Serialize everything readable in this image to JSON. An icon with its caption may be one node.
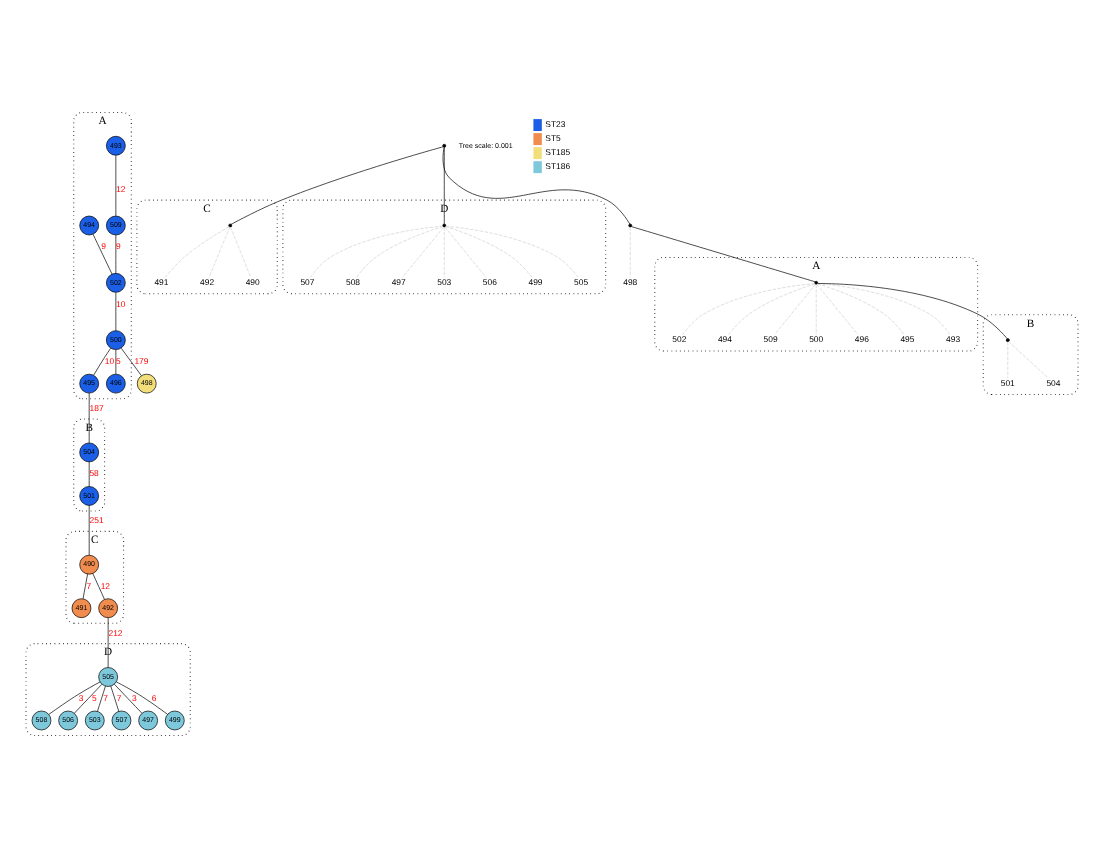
{
  "diagram": {
    "nodes": [
      {
        "text": [
          "A"
        ]
      },
      {
        "text": [
          "493"
        ],
        "in": 0
      },
      {
        "text": [
          "494"
        ],
        "in": 0
      },
      {
        "text": [
          "509"
        ],
        "in": 0
      },
      {
        "text": [
          "502"
        ],
        "in": 0
      },
      {
        "text": [
          "500"
        ],
        "in": 0
      },
      {
        "text": [
          "495"
        ],
        "in": 0
      },
      {
        "text": [
          "496"
        ],
        "in": 0
      },
      {
        "text": [
          "498"
        ]
      },
      {
        "text": [
          "B"
        ]
      },
      {
        "text": [
          "504"
        ],
        "in": 9
      },
      {
        "text": [
          "501"
        ],
        "in": 9
      },
      {
        "text": [
          "C"
        ]
      },
      {
        "text": [
          "491"
        ],
        "in": 12
      },
      {
        "text": [
          "490"
        ],
        "in": 12
      },
      {
        "text": [
          "492"
        ],
        "in": 12
      },
      {
        "text": [
          "D"
        ]
      },
      {
        "text": [
          "508"
        ],
        "in": 16
      },
      {
        "text": [
          "506"
        ],
        "in": 16
      },
      {
        "text": [
          "505"
        ],
        "in": 16
      },
      {
        "text": [
          "503"
        ],
        "in": 16
      },
      {
        "text": [
          "507"
        ],
        "in": 16
      },
      {
        "text": [
          "497"
        ],
        "in": 16
      },
      {
        "text": [
          "499"
        ],
        "in": 16
      },
      {
        "text": [
          "C"
        ]
      },
      {
        "text": [],
        "shape": "circle",
        "in": 24
      },
      {
        "text": [
          "491"
        ],
        "in": 24
      },
      {
        "text": [
          "492"
        ],
        "in": 24
      },
      {
        "text": [
          "490"
        ],
        "in": 24
      },
      {
        "text": [
          "D"
        ]
      },
      {
        "text": [],
        "shape": "circle",
        "in": 29
      },
      {
        "text": [
          "507"
        ],
        "in": 29
      },
      {
        "text": [
          "508"
        ],
        "in": 29
      },
      {
        "text": [
          "497"
        ],
        "in": 29
      },
      {
        "text": [
          "503"
        ],
        "in": 29
      },
      {
        "text": [
          "506"
        ],
        "in": 29
      },
      {
        "text": [
          "499"
        ],
        "in": 29
      },
      {
        "text": [
          "505"
        ],
        "in": 29
      },
      {
        "text": [],
        "shape": "circle"
      },
      {
        "text": [],
        "shape": "circle"
      },
      {
        "text": [
          "498"
        ]
      },
      {
        "text": [
          "A"
        ]
      },
      {
        "text": [],
        "shape": "circle",
        "in": 41
      },
      {
        "text": [
          "502"
        ],
        "in": 41
      },
      {
        "text": [
          "494"
        ],
        "in": 41
      },
      {
        "text": [
          "509"
        ],
        "in": 41
      },
      {
        "text": [
          "500"
        ],
        "in": 41
      },
      {
        "text": [
          "496"
        ],
        "in": 41
      },
      {
        "text": [
          "495"
        ],
        "in": 41
      },
      {
        "text": [
          "493"
        ],
        "in": 41
      },
      {
        "text": [
          "B"
        ]
      },
      {
        "text": [],
        "shape": "circle",
        "in": 50
      },
      {
        "text": [
          "501"
        ],
        "in": 50
      },
      {
        "text": [
          "504"
        ],
        "in": 50
      }
    ],
    "edges": [
      {
        "from": 1,
        "to": 3,
        "arrow": "none",
        "label": "12"
      },
      {
        "from": 3,
        "to": 4,
        "arrow": "none",
        "label": "9"
      },
      {
        "from": 2,
        "to": 4,
        "arrow": "none",
        "label": "9"
      },
      {
        "from": 4,
        "to": 5,
        "arrow": "none",
        "label": "10"
      },
      {
        "from": 5,
        "to": 6,
        "arrow": "none",
        "label": "10"
      },
      {
        "from": 5,
        "to": 7,
        "arrow": "none",
        "label": "5"
      },
      {
        "from": 5,
        "to": 8,
        "arrow": "none",
        "label": "179"
      },
      {
        "from": 6,
        "to": 10,
        "arrow": "none",
        "label": "187"
      },
      {
        "from": 10,
        "to": 11,
        "arrow": "none",
        "label": "58"
      },
      {
        "from": 11,
        "to": 14,
        "arrow": "none",
        "label": "251"
      },
      {
        "from": 14,
        "to": 13,
        "arrow": "none",
        "label": "7"
      },
      {
        "from": 14,
        "to": 15,
        "arrow": "none",
        "label": "12"
      },
      {
        "from": 15,
        "to": 19,
        "arrow": "none",
        "label": "212"
      },
      {
        "from": 19,
        "to": 17,
        "arrow": "none",
        "label": "3"
      },
      {
        "from": 19,
        "to": 18,
        "arrow": "none",
        "label": "5"
      },
      {
        "from": 19,
        "to": 20,
        "arrow": "none",
        "label": "7"
      },
      {
        "from": 19,
        "to": 23,
        "arrow": "none",
        "label": "6"
      },
      {
        "from": 19,
        "to": 22,
        "arrow": "none",
        "label": "3"
      },
      {
        "from": 19,
        "to": 21,
        "arrow": "none",
        "label": "7"
      },
      {
        "from": 38,
        "to": 25,
        "arrow": "none"
      },
      {
        "from": 25,
        "to": 26,
        "arrow": "none",
        "style": "dashed",
        "color": "#d0d0d0"
      },
      {
        "from": 25,
        "to": 27,
        "arrow": "none",
        "style": "dashed",
        "color": "#d0d0d0"
      },
      {
        "from": 25,
        "to": 28,
        "arrow": "none",
        "style": "dashed",
        "color": "#d0d0d0"
      },
      {
        "from": 38,
        "to": 30,
        "arrow": "none"
      },
      {
        "from": 30,
        "to": 31,
        "arrow": "none",
        "style": "dashed",
        "color": "#d0d0d0"
      },
      {
        "from": 30,
        "to": 32,
        "arrow": "none",
        "style": "dashed",
        "color": "#d0d0d0"
      },
      {
        "from": 30,
        "to": 33,
        "arrow": "none",
        "style": "dashed",
        "color": "#d0d0d0"
      },
      {
        "from": 30,
        "to": 34,
        "arrow": "none",
        "style": "dashed",
        "color": "#d0d0d0"
      },
      {
        "from": 30,
        "to": 35,
        "arrow": "none",
        "style": "dashed",
        "color": "#d0d0d0"
      },
      {
        "from": 30,
        "to": 36,
        "arrow": "none",
        "style": "dashed",
        "color": "#d0d0d0"
      },
      {
        "from": 30,
        "to": 37,
        "arrow": "none",
        "style": "dashed",
        "color": "#d0d0d0"
      },
      {
        "from": 38,
        "to": 39,
        "arrow": "none"
      },
      {
        "from": 39,
        "to": 40,
        "arrow": "none",
        "style": "dashed",
        "color": "#d0d0d0"
      },
      {
        "from": 39,
        "to": 42,
        "arrow": "none"
      },
      {
        "from": 42,
        "to": 43,
        "arrow": "none",
        "style": "dashed",
        "color": "#d0d0d0"
      },
      {
        "from": 42,
        "to": 44,
        "arrow": "none",
        "style": "dashed",
        "color": "#d0d0d0"
      },
      {
        "from": 42,
        "to": 45,
        "arrow": "none",
        "style": "dashed",
        "color": "#d0d0d0"
      },
      {
        "from": 42,
        "to": 46,
        "arrow": "none",
        "style": "dashed",
        "color": "#d0d0d0"
      },
      {
        "from": 42,
        "to": 47,
        "arrow": "none",
        "style": "dashed",
        "color": "#d0d0d0"
      },
      {
        "from": 42,
        "to": 48,
        "arrow": "none",
        "style": "dashed",
        "color": "#d0d0d0"
      },
      {
        "from": 42,
        "to": 49,
        "arrow": "none",
        "style": "dashed",
        "color": "#d0d0d0"
      },
      {
        "from": 42,
        "to": 51,
        "arrow": "none"
      },
      {
        "from": 51,
        "to": 52,
        "arrow": "none",
        "style": "dashed",
        "color": "#d0d0d0"
      },
      {
        "from": 51,
        "to": 53,
        "arrow": "none",
        "style": "dashed",
        "color": "#d0d0d0"
      }
    ],
    "labels": [
      "Tree scale: 0.001"
    ],
    "legend": [
      {
        "text": "ST23",
        "color": "#1a5fe6"
      },
      {
        "text": "ST5",
        "color": "#f08c4e"
      },
      {
        "text": "ST185",
        "color": "#f3df7a"
      },
      {
        "text": "ST186",
        "color": "#7ec8dc"
      }
    ]
  }
}
